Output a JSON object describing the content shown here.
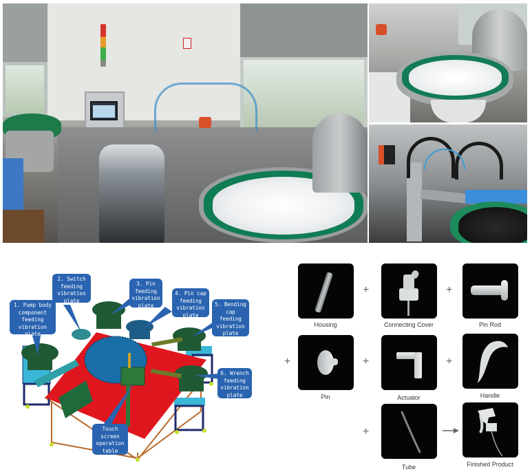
{
  "photos": {
    "main": {
      "subject": "assembly-line-overview",
      "labels": []
    },
    "right_top": {
      "subject": "vibration-bowl-feeder-closeup"
    },
    "right_bottom": {
      "subject": "servo-pick-and-place-station"
    }
  },
  "diagram": {
    "callouts": [
      {
        "id": "1",
        "text": "1. Pump body\ncomponent\nfeeding\nvibration\nplate"
      },
      {
        "id": "2",
        "text": "2. Switch\nfeeding\nvibration\nplate"
      },
      {
        "id": "3",
        "text": "3. Pin\nfeeding\nvibration\nplate"
      },
      {
        "id": "4",
        "text": "4. Pin cap\nfeeding\nvibration\nplate"
      },
      {
        "id": "5",
        "text": "5. Bending\ncap\nfeeding\nvibration\nplate"
      },
      {
        "id": "6",
        "text": "6. Wrench\nfeeding\nvibration\nplate"
      },
      {
        "id": "7",
        "text": "Touch\nscreen\noperation\ntable"
      }
    ],
    "colors": {
      "callout": "#2a64b0",
      "table_top": "#e0161e",
      "turntable": "#1a6ea8",
      "bowl": "#1f5a35",
      "stand": "#3ab7d8",
      "frame": "#b86a2a"
    }
  },
  "assembly": {
    "parts": [
      {
        "name": "Housing",
        "icon": "housing-part-icon"
      },
      {
        "name": "Connecting Cover",
        "icon": "connecting-cover-part-icon"
      },
      {
        "name": "Pin Rod",
        "icon": "pin-rod-part-icon"
      },
      {
        "name": "Pin",
        "icon": "pin-part-icon"
      },
      {
        "name": "Actuator",
        "icon": "actuator-part-icon"
      },
      {
        "name": "Handle",
        "icon": "handle-part-icon"
      },
      {
        "name": "Tube",
        "icon": "tube-part-icon"
      },
      {
        "name": "Finished Product",
        "icon": "finished-product-icon"
      }
    ],
    "plus": "+",
    "arrow": "→"
  }
}
